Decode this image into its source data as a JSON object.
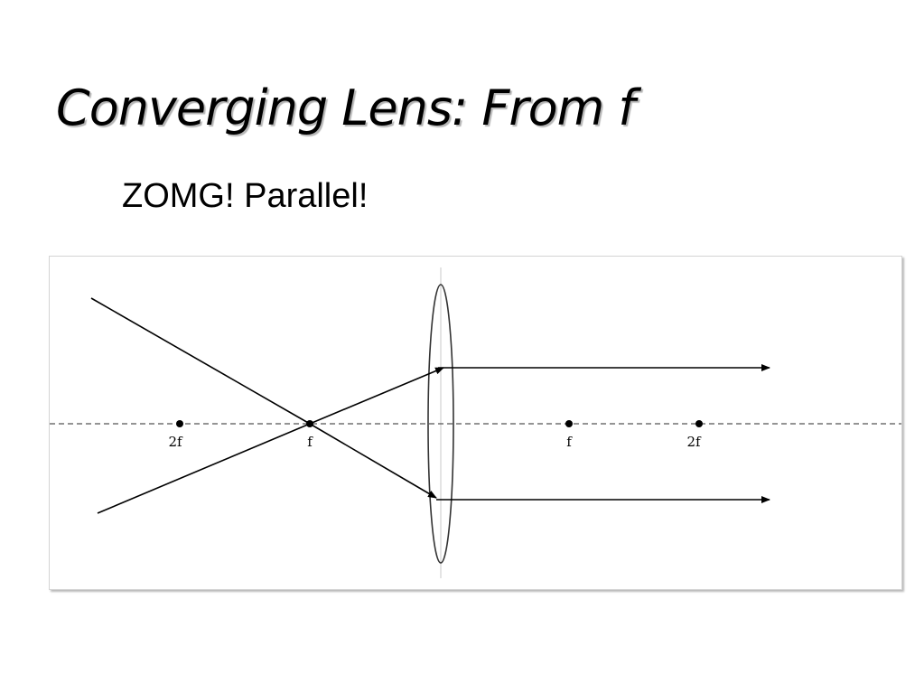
{
  "slide": {
    "title": "Converging Lens: From f",
    "subtitle": "ZOMG! Parallel!"
  },
  "diagram": {
    "point_labels": {
      "left_2f": "2f",
      "left_f": "f",
      "right_f": "f",
      "right_2f": "2f"
    },
    "colors": {
      "rays": "#000000",
      "axis": "#555555",
      "lens": "#333333",
      "lens_center_line": "#c8c8c8"
    }
  }
}
